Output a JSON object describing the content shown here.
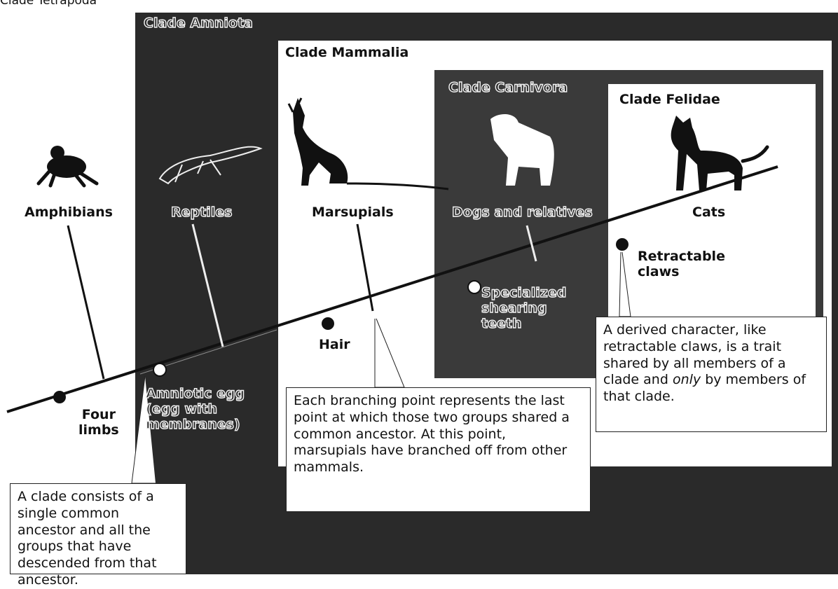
{
  "header": {
    "clade_tetrapoda": "Clade Tetrapoda"
  },
  "clades": {
    "amniota": "Clade Amniota",
    "mammalia": "Clade Mammalia",
    "carnivora": "Clade Carnivora",
    "felidae": "Clade Felidae"
  },
  "groups": {
    "amphibians": "Amphibians",
    "reptiles": "Reptiles",
    "marsupials": "Marsupials",
    "dogs": "Dogs and relatives",
    "cats": "Cats"
  },
  "characters": {
    "four_limbs": [
      "Four",
      "limbs"
    ],
    "amniotic_egg": [
      "Amniotic egg",
      "(egg with",
      "membranes)"
    ],
    "hair": "Hair",
    "specialized_teeth": [
      "Specialized",
      "shearing",
      "teeth"
    ],
    "retractable_claws": [
      "Retractable",
      "claws"
    ]
  },
  "captions": {
    "clade_def": "A clade consists of a single common ancestor and all the groups that have descended from that ancestor.",
    "branch_point": "Each branching point represents the last point at which those two groups shared a common ancestor. At this point, marsupials have branched off from other mammals.",
    "derived_pre": "A derived character, like retractable claws, is a trait shared by all members of a clade and ",
    "derived_em": "only",
    "derived_post": " by members of that clade."
  },
  "icons": [
    "frog-icon",
    "lizard-icon",
    "kangaroo-icon",
    "dog-icon",
    "cat-icon"
  ],
  "colors": {
    "dark_panel": "#2a2a2a",
    "mid_panel": "#3a3a3a",
    "line": "#111111"
  }
}
